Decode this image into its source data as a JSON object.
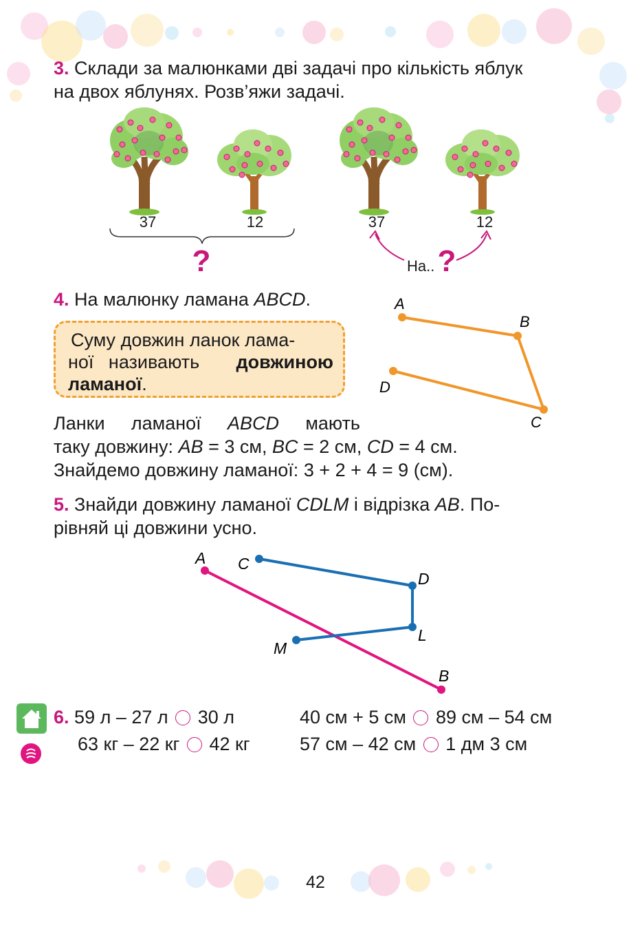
{
  "task3": {
    "number": "3.",
    "line1": "Склади за малюнками дві задачі про кількість яблук",
    "line2": "на двох яблунях. Розв’яжи задачі.",
    "left_group": {
      "tree1_label": "37",
      "tree2_label": "12",
      "question": "?"
    },
    "right_group": {
      "tree1_label": "37",
      "tree2_label": "12",
      "prefix": "На..",
      "question": "?"
    }
  },
  "task4": {
    "number": "4.",
    "intro_text": "На малюнку ламана ",
    "intro_name": "ABCD",
    "intro_end": ".",
    "rule": {
      "line1": "Суму довжин ланок лама-",
      "line2_plain": "ної називають ",
      "line2_bold": "довжиною",
      "line3_bold": "ламаної",
      "line3_end": "."
    },
    "points": {
      "a": "A",
      "b": "B",
      "c": "C",
      "d": "D"
    },
    "para": {
      "line1_w1": "Ланки",
      "line1_w2": "ламаної",
      "line1_w3": "ABCD",
      "line1_w4": "мають",
      "line2": {
        "s1": "таку довжину: ",
        "ab": "AB",
        "s2": " = 3 см, ",
        "bc": "BC",
        "s3": " = 2 см, ",
        "cd": "CD",
        "s4": " = 4 см."
      },
      "line3": "Знайдемо довжину ламаної: 3 + 2 + 4 = 9 (см)."
    },
    "colors": {
      "polyline": "#f0962a"
    }
  },
  "task5": {
    "number": "5.",
    "line1": {
      "s1": "Знайди довжину ламаної ",
      "name": "CDLM",
      "s2": " і відрізка ",
      "seg": "AB",
      "s3": ". По-"
    },
    "line2": "рівняй ці довжини усно.",
    "points": {
      "a": "A",
      "b": "B",
      "c": "C",
      "d": "D",
      "l": "L",
      "m": "M"
    },
    "colors": {
      "segment": "#e0157f",
      "polyline": "#1a6fb3"
    }
  },
  "task6": {
    "number": "6.",
    "rows": [
      {
        "left_a": "59 л – 27 л",
        "left_b": "30 л",
        "right_a": "40 см + 5 см",
        "right_b": "89 см – 54 см"
      },
      {
        "left_a": "63 кг – 22 кг",
        "left_b": "42 кг",
        "right_a": "57 см – 42 см",
        "right_b": "1 дм 3 см"
      }
    ]
  },
  "icons": {
    "homework": "house-icon",
    "logic": "brain-icon"
  },
  "page_number": "42",
  "colors": {
    "accent": "#c8187d",
    "orange": "#f0962a",
    "blue": "#1a6fb3",
    "box_fill": "#fde8c6"
  }
}
